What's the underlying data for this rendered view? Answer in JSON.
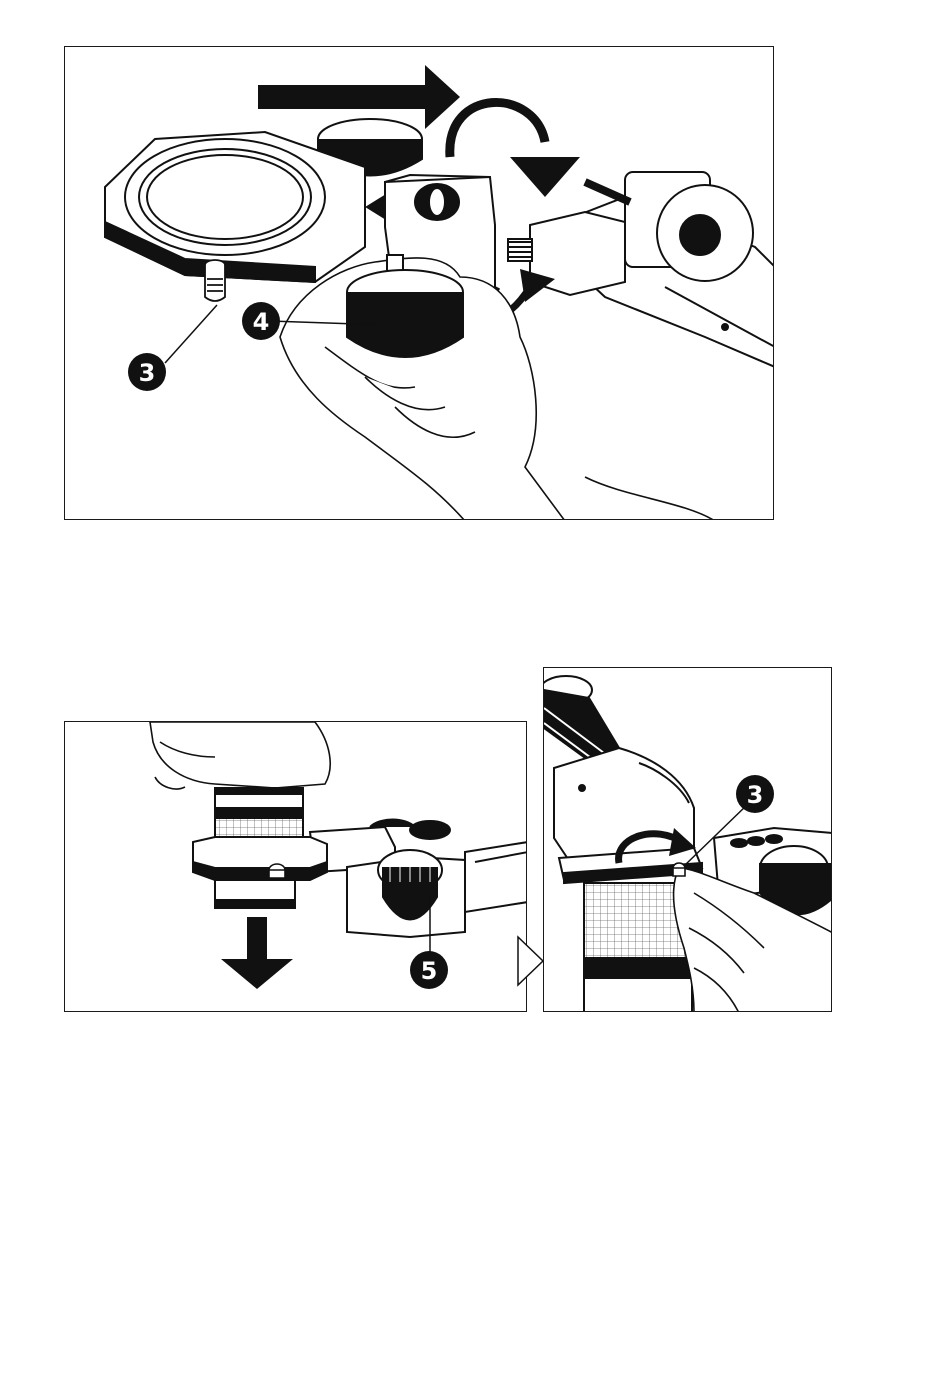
{
  "figure": {
    "panels": [
      {
        "id": "top",
        "callouts": [
          "3",
          "4"
        ]
      },
      {
        "id": "bottom-left",
        "callouts": [
          "5"
        ]
      },
      {
        "id": "bottom-right",
        "callouts": [
          "3"
        ]
      }
    ],
    "callout_3_top": "3",
    "callout_4_top": "4",
    "callout_5_bl": "5",
    "callout_3_br": "3",
    "colors": {
      "ink": "#111111",
      "paper": "#ffffff",
      "grid": "#666666"
    }
  }
}
